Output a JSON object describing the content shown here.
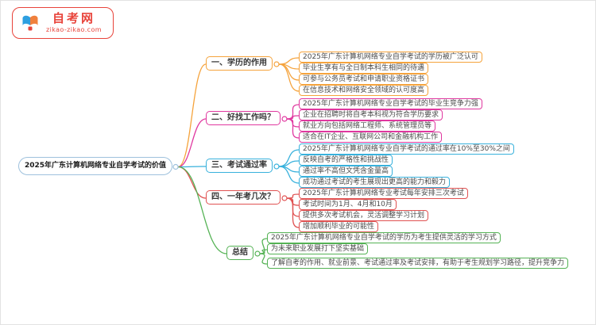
{
  "logo": {
    "name": "自考网",
    "url": "zikao-zikao.com",
    "color": "#e8433a"
  },
  "mindmap": {
    "central_topic": "2025年广东计算机网络专业自学考试的价值",
    "main_color": "#9ec1dd",
    "branches": [
      {
        "label": "一、学历的作用",
        "color": "#f5a33c",
        "leaves": [
          "2025年广东计算机网络专业自学考试的学历被广泛认可",
          "毕业生享有与全日制本科生相同的待遇",
          "可参与公务员考试和申请职业资格证书",
          "在信息技术和网络安全领域的认可度高"
        ]
      },
      {
        "label": "二、好找工作吗？",
        "color": "#e0379f",
        "leaves": [
          "2025年广东计算机网络专业自学考试的毕业生竞争力强",
          "企业在招聘时将自考本科视为符合学历要求",
          "就业方向包括网络工程师、系统管理员等",
          "适合在IT企业、互联网公司和金融机构工作"
        ]
      },
      {
        "label": "三、考试通过率",
        "color": "#38b1dc",
        "leaves": [
          "2025年广东计算机网络专业自学考试的通过率在10%至30%之间",
          "反映自考的严格性和挑战性",
          "通过率不高但文凭含金量高",
          "成功通过考试的考生展现出更高的能力和毅力"
        ]
      },
      {
        "label": "四、一年考几次？",
        "color": "#e05252",
        "leaves": [
          "2025年广东计算机网络专业考试每年安排三次考试",
          "考试时间为1月、4月和10月",
          "提供多次考试机会，灵活调整学习计划",
          "增加顺利毕业的可能性"
        ]
      },
      {
        "label": "总结",
        "color": "#54b254",
        "leaves": [
          "2025年广东计算机网络专业自学考试的学历为考生提供灵活的学习方式",
          "为未来职业发展打下坚实基础",
          "了解自考的作用、就业前景、考试通过率及考试安排，有助于考生规划学习路径，提升竞争力"
        ]
      }
    ]
  }
}
